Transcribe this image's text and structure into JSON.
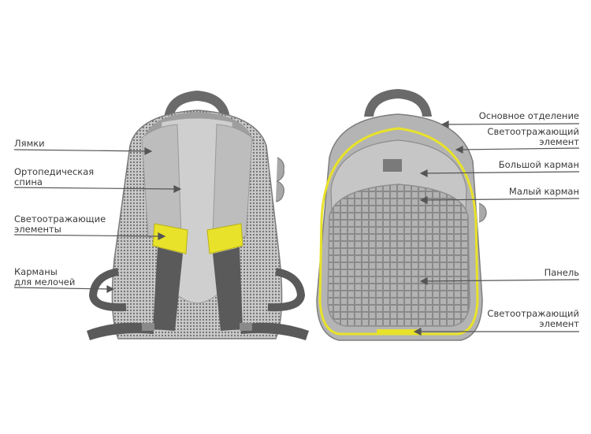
{
  "colors": {
    "body": "#b9b9b9",
    "body_light": "#d3d3d3",
    "body_dark": "#8e8e8e",
    "mesh": "#9a9a9a",
    "strap": "#5a5a5a",
    "reflective": "#e8e22a",
    "text": "#3a3a3a",
    "leader": "#555555"
  },
  "labels_left": [
    {
      "id": "straps",
      "lines": [
        "Лямки"
      ]
    },
    {
      "id": "ortho_back",
      "lines": [
        "Ортопедическая",
        "спина"
      ]
    },
    {
      "id": "reflective_back",
      "lines": [
        "Светоотражающие",
        "элементы"
      ]
    },
    {
      "id": "pockets",
      "lines": [
        "Карманы",
        "для мелочей"
      ]
    }
  ],
  "labels_right": [
    {
      "id": "main_compartment",
      "lines": [
        "Основное отделение"
      ]
    },
    {
      "id": "reflective_front_top",
      "lines": [
        "Светоотражающий",
        "элемент"
      ]
    },
    {
      "id": "big_pocket",
      "lines": [
        "Большой карман"
      ]
    },
    {
      "id": "small_pocket",
      "lines": [
        "Малый карман"
      ]
    },
    {
      "id": "panel",
      "lines": [
        "Панель"
      ]
    },
    {
      "id": "reflective_front_bottom",
      "lines": [
        "Светоотражающий",
        "элемент"
      ]
    }
  ]
}
